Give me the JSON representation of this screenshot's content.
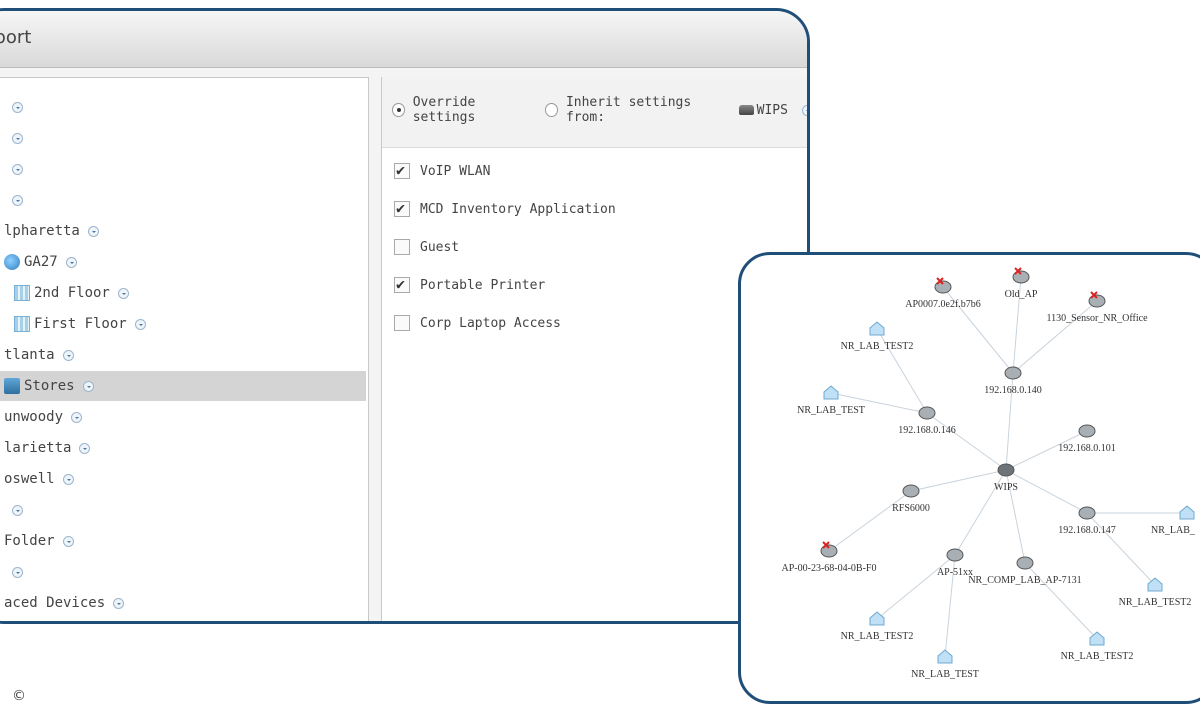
{
  "window": {
    "title": "pport"
  },
  "tree": {
    "items": [
      {
        "label": "",
        "icon": ""
      },
      {
        "label": "",
        "icon": ""
      },
      {
        "label": "",
        "icon": ""
      },
      {
        "label": "",
        "icon": ""
      },
      {
        "label": "lpharetta",
        "icon": ""
      },
      {
        "label": "GA27",
        "icon": "site-icon"
      },
      {
        "label": "2nd Floor",
        "icon": "floor-icon"
      },
      {
        "label": "First Floor",
        "icon": "floor-icon"
      },
      {
        "label": "tlanta",
        "icon": ""
      },
      {
        "label": "Stores",
        "icon": "stores-icon",
        "selected": true
      },
      {
        "label": "unwoody",
        "icon": ""
      },
      {
        "label": "larietta",
        "icon": ""
      },
      {
        "label": "oswell",
        "icon": ""
      },
      {
        "label": "",
        "icon": ""
      },
      {
        "label": "Folder",
        "icon": ""
      },
      {
        "label": "",
        "icon": ""
      },
      {
        "label": "aced Devices",
        "icon": ""
      }
    ]
  },
  "settings": {
    "override_label": "Override settings",
    "inherit_label": "Inherit settings from:",
    "inherit_source": "WIPS",
    "wlans": [
      {
        "label": "VoIP WLAN",
        "checked": true
      },
      {
        "label": "MCD Inventory Application",
        "checked": true
      },
      {
        "label": "Guest",
        "checked": false
      },
      {
        "label": "Portable Printer",
        "checked": true
      },
      {
        "label": "Corp Laptop Access",
        "checked": false
      }
    ]
  },
  "topology": {
    "nodes": [
      {
        "id": "wips",
        "label": "WIPS",
        "type": "controller"
      },
      {
        "id": "n140",
        "label": "192.168.0.140",
        "type": "ap"
      },
      {
        "id": "n146",
        "label": "192.168.0.146",
        "type": "ap"
      },
      {
        "id": "n101",
        "label": "192.168.0.101",
        "type": "ap"
      },
      {
        "id": "n147",
        "label": "192.168.0.147",
        "type": "ap"
      },
      {
        "id": "rfs",
        "label": "RFS6000",
        "type": "ap"
      },
      {
        "id": "ap51",
        "label": "AP-51xx",
        "type": "ap"
      },
      {
        "id": "ap7131",
        "label": "NR_COMP_LAB_AP-7131",
        "type": "ap"
      },
      {
        "id": "ap0007",
        "label": "AP0007.0e2f.b7b6",
        "type": "rogue"
      },
      {
        "id": "oldap",
        "label": "Old_AP",
        "type": "rogue"
      },
      {
        "id": "sensor",
        "label": "1130_Sensor_NR_Office",
        "type": "rogue"
      },
      {
        "id": "ap0023",
        "label": "AP-00-23-68-04-0B-F0",
        "type": "rogue"
      },
      {
        "id": "c1",
        "label": "NR_LAB_TEST2",
        "type": "client"
      },
      {
        "id": "c2",
        "label": "NR_LAB_TEST",
        "type": "client"
      },
      {
        "id": "c3",
        "label": "NR_LAB_",
        "type": "client"
      },
      {
        "id": "c4",
        "label": "NR_LAB_TEST2",
        "type": "client"
      },
      {
        "id": "c5",
        "label": "NR_LAB_TEST2",
        "type": "client"
      },
      {
        "id": "c6",
        "label": "NR_LAB_TEST",
        "type": "client"
      },
      {
        "id": "c7",
        "label": "NR_LAB_TEST2",
        "type": "client"
      }
    ],
    "edges": [
      [
        "wips",
        "n140"
      ],
      [
        "wips",
        "n146"
      ],
      [
        "wips",
        "n101"
      ],
      [
        "wips",
        "n147"
      ],
      [
        "wips",
        "rfs"
      ],
      [
        "wips",
        "ap51"
      ],
      [
        "wips",
        "ap7131"
      ],
      [
        "n140",
        "ap0007"
      ],
      [
        "n140",
        "oldap"
      ],
      [
        "n140",
        "sensor"
      ],
      [
        "n146",
        "c1"
      ],
      [
        "n146",
        "c2"
      ],
      [
        "n147",
        "c3"
      ],
      [
        "n147",
        "c4"
      ],
      [
        "rfs",
        "ap0023"
      ],
      [
        "ap51",
        "c5"
      ],
      [
        "ap51",
        "c6"
      ],
      [
        "ap7131",
        "c7"
      ]
    ]
  },
  "footer": {
    "copyright": "©"
  }
}
